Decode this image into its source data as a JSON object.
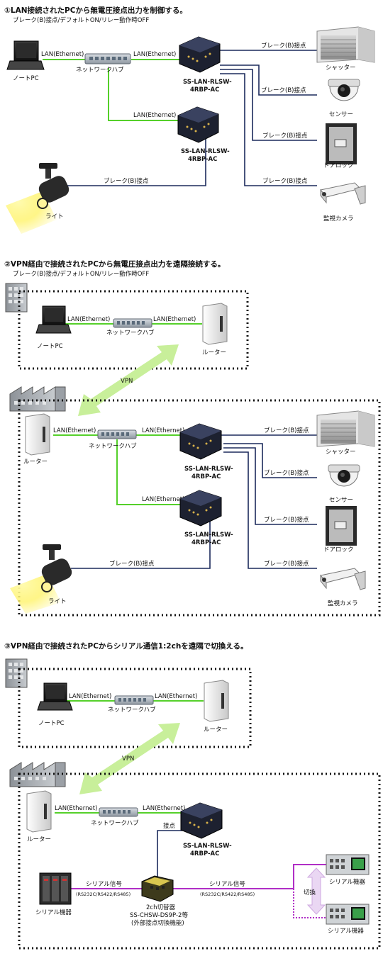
{
  "sections": [
    {
      "title": "①LAN接続されたPCから無電圧接点出力を制御する。",
      "subtitle": "ブレーク(B)接点/デフォルトON/リレー動作時OFF"
    },
    {
      "title": "②VPN経由で接続されたPCから無電圧接点出力を遠隔接続する。",
      "subtitle": "ブレーク(B)接点/デフォルトON/リレー動作時OFF"
    },
    {
      "title": "③VPN経由で接続されたPCからシリアル通信1:2chを遠隔で切換える。",
      "subtitle": ""
    }
  ],
  "labels": {
    "lan": "LAN(Ethernet)",
    "hub": "ネットワークハブ",
    "notepc": "ノートPC",
    "router": "ルーター",
    "device_line1": "SS-LAN-RLSW-",
    "device_line2": "4RBP-AC",
    "break_contact": "ブレーク(B)接点",
    "shutter": "シャッター",
    "sensor": "センサー",
    "doorlock": "ドアロック",
    "camera": "監視カメラ",
    "light": "ライト",
    "vpn": "VPN",
    "contact": "接点",
    "serial_signal": "シリアル信号",
    "serial_std": "(RS232C/RS422/RS485)",
    "serial_device": "シリアル機器",
    "switcher_line1": "2ch切替器",
    "switcher_line2": "SS-CHSW-DS9P-2等",
    "switcher_line3": "(外部接点切換機能)",
    "switch": "切換"
  },
  "colors": {
    "lan_line": "#55d02a",
    "contact_line": "#1c2a5c",
    "serial_line": "#b02fc6",
    "vpn_arrow": "#c8ef9a"
  }
}
